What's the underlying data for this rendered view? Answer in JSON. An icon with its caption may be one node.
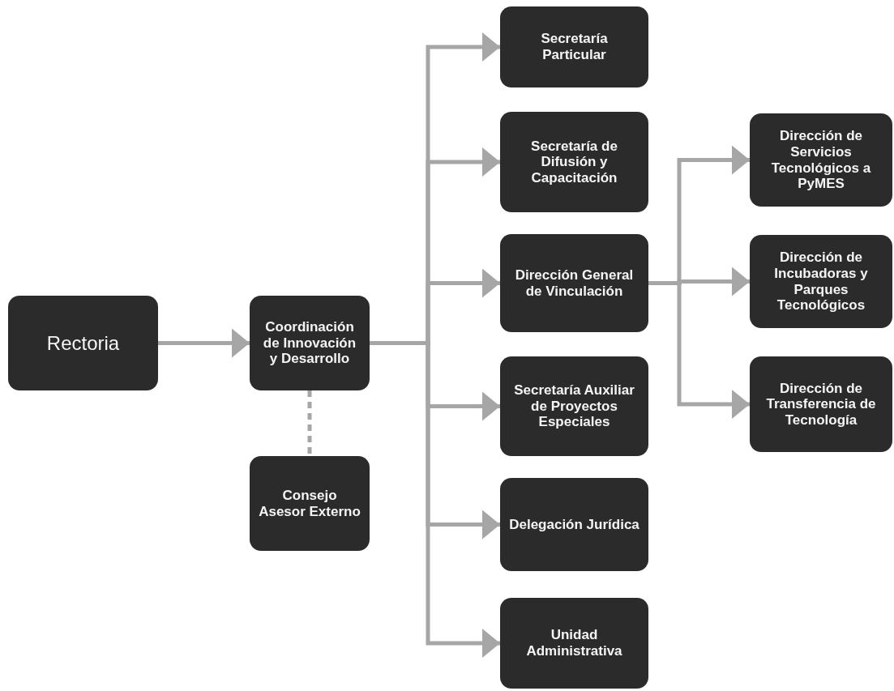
{
  "diagram": {
    "nodes": [
      {
        "text": [
          "Rectoria"
        ]
      },
      {
        "text": [
          "Coordinación de Innovación y Desarrollo"
        ]
      },
      {
        "text": [
          "Consejo Asesor Externo"
        ]
      },
      {
        "text": [
          "Secretaría Particular"
        ]
      },
      {
        "text": [
          "Secretaría de Difusión y Capacitación"
        ]
      },
      {
        "text": [
          "Dirección General de Vinculación"
        ]
      },
      {
        "text": [
          "Secretaría Auxiliar de Proyectos Especiales"
        ]
      },
      {
        "text": [
          "Delegación Jurídica"
        ]
      },
      {
        "text": [
          "Unidad Administrativa"
        ]
      },
      {
        "text": [
          "Dirección de Servicios Tecnológicos a PyMES"
        ]
      },
      {
        "text": [
          "Dirección de Incubadoras y Parques Tecnológicos"
        ]
      },
      {
        "text": [
          "Dirección de Transferencia de Tecnología"
        ]
      }
    ],
    "edges": [
      {
        "from": 0,
        "to": 1,
        "arrow": "to"
      },
      {
        "from": 1,
        "to": 2,
        "arrow": "none",
        "style": "dashed"
      },
      {
        "from": 1,
        "to": 3,
        "arrow": "to"
      },
      {
        "from": 1,
        "to": 4,
        "arrow": "to"
      },
      {
        "from": 1,
        "to": 5,
        "arrow": "to"
      },
      {
        "from": 1,
        "to": 6,
        "arrow": "to"
      },
      {
        "from": 1,
        "to": 7,
        "arrow": "to"
      },
      {
        "from": 1,
        "to": 8,
        "arrow": "to"
      },
      {
        "from": 5,
        "to": 9,
        "arrow": "to"
      },
      {
        "from": 5,
        "to": 10,
        "arrow": "to"
      },
      {
        "from": 5,
        "to": 11,
        "arrow": "to"
      }
    ]
  }
}
